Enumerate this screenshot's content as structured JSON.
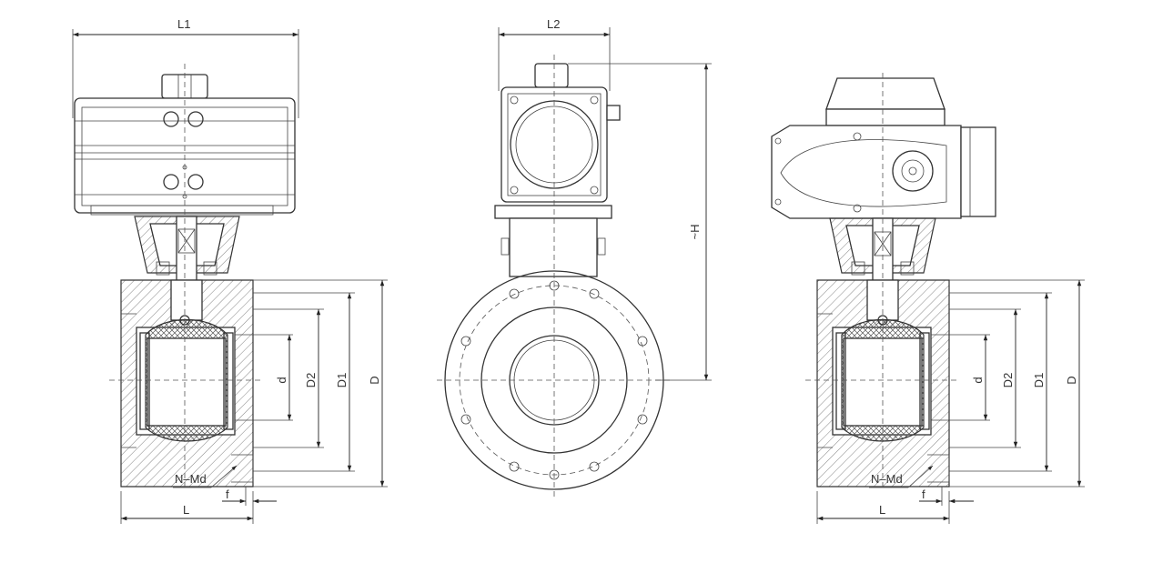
{
  "labels": {
    "l1": "L1",
    "l2": "L2",
    "h": "~H",
    "left_d": "d",
    "left_d2": "D2",
    "left_d1": "D1",
    "left_D": "D",
    "left_nmd": "N–Md",
    "left_f": "f",
    "left_L": "L",
    "right_d": "d",
    "right_d2": "D2",
    "right_d1": "D1",
    "right_D": "D",
    "right_nmd": "N–Md",
    "right_f": "f",
    "right_L": "L"
  }
}
